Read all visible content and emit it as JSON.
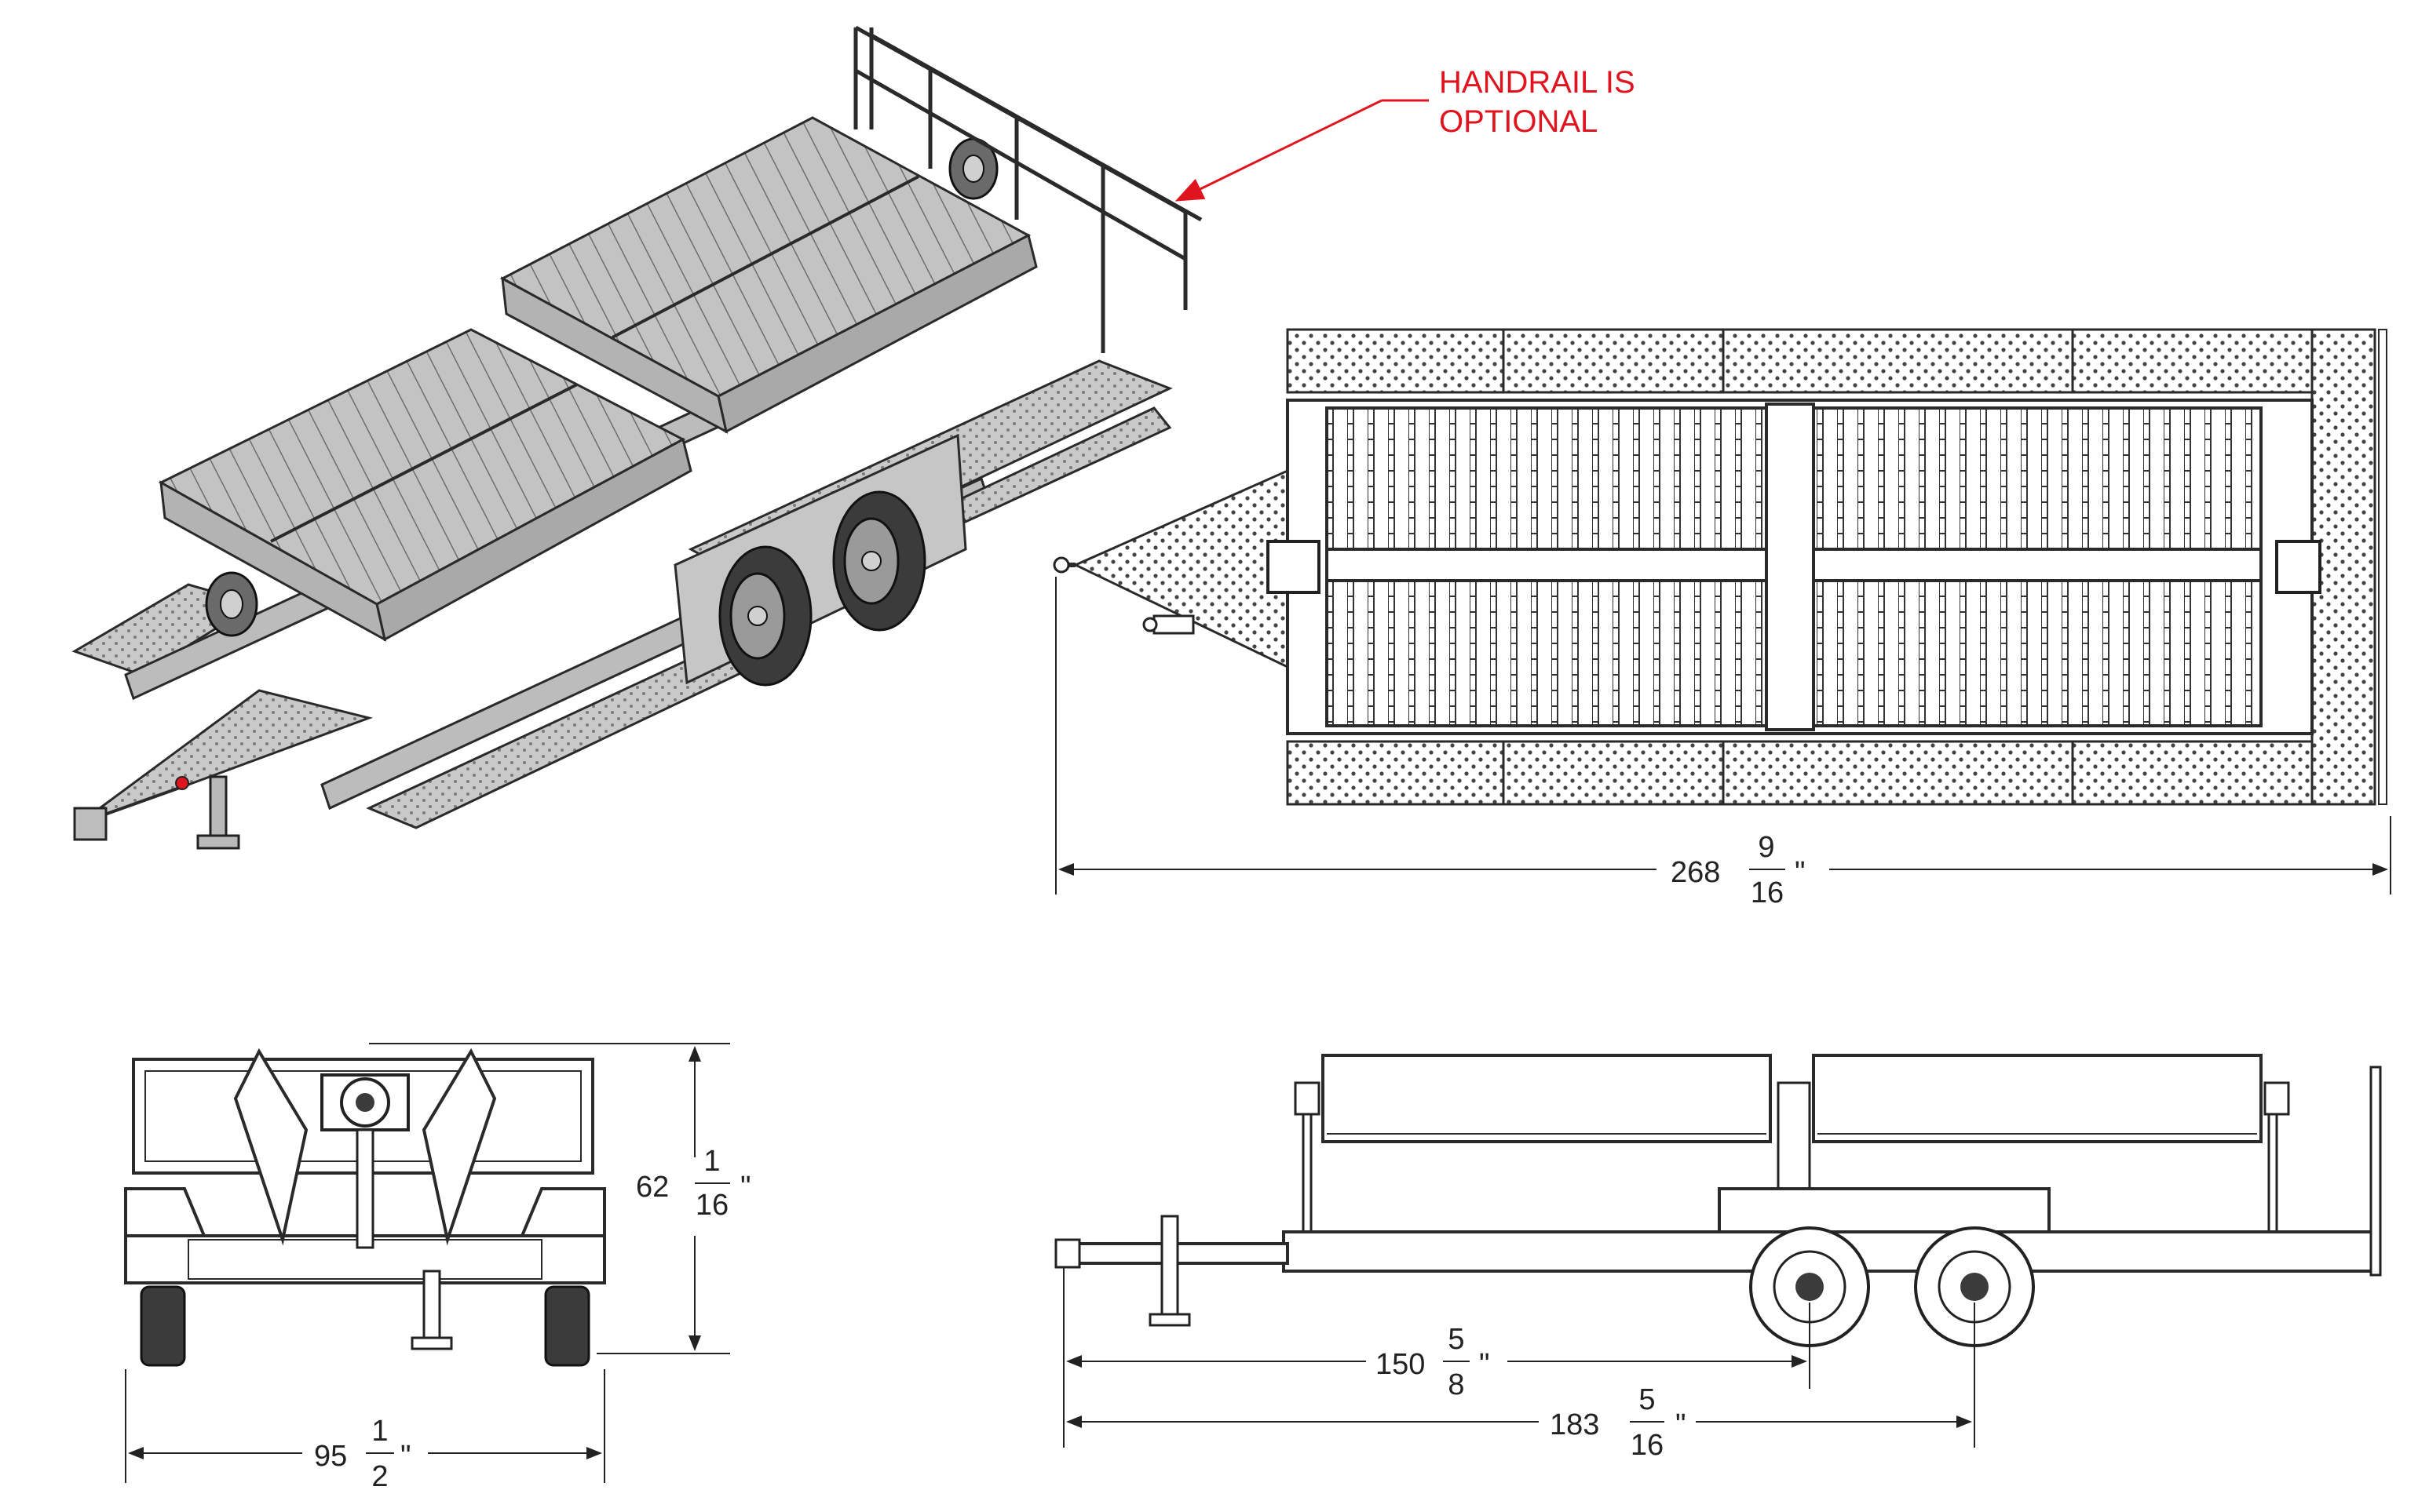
{
  "callout": {
    "line1": "HANDRAIL IS",
    "line2": "OPTIONAL",
    "color": "#e0141e"
  },
  "dimensions": {
    "overall_length": {
      "whole": "268",
      "num": "9",
      "den": "16",
      "unit": "\""
    },
    "height": {
      "whole": "62",
      "num": "1",
      "den": "16",
      "unit": "\""
    },
    "width": {
      "whole": "95",
      "num": "1",
      "den": "2",
      "unit": "\""
    },
    "hitch_to_front_axle": {
      "whole": "150",
      "num": "5",
      "den": "8",
      "unit": "\""
    },
    "hitch_to_rear_axle": {
      "whole": "183",
      "num": "5",
      "den": "16",
      "unit": "\""
    }
  },
  "colors": {
    "line": "#2a2a2a",
    "deck_fill": "#c8c8c8",
    "frame_fill": "#b9b9b9",
    "tire": "#3a3a3a",
    "accent": "#e0141e"
  }
}
